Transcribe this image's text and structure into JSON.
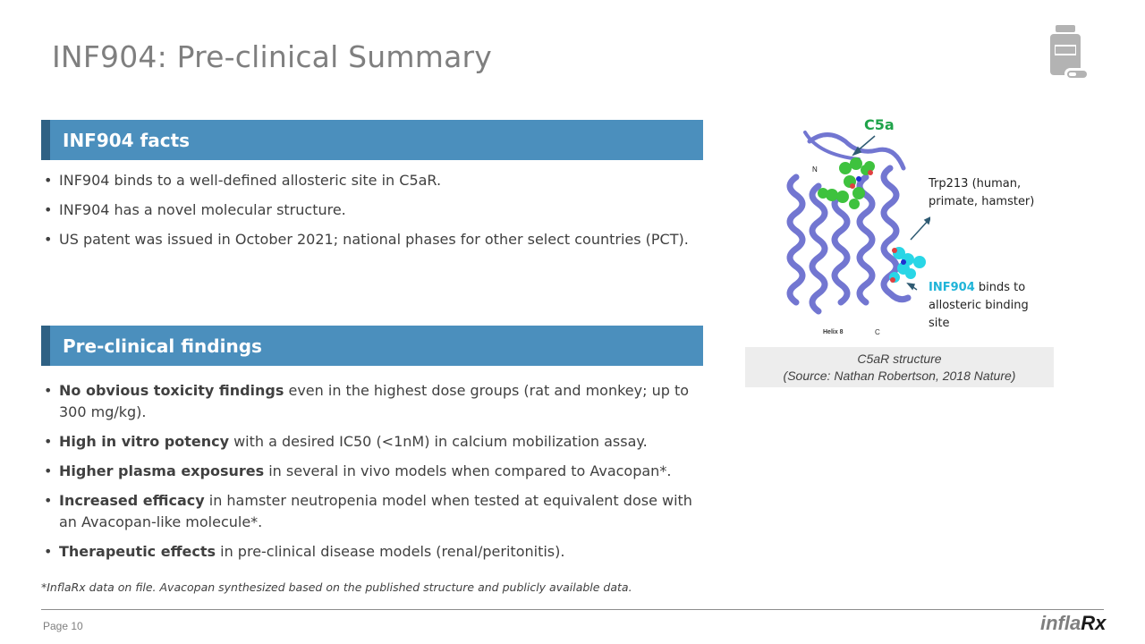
{
  "title": "INF904: Pre-clinical Summary",
  "icons": {
    "header": "pill-bottle-icon"
  },
  "sections": [
    {
      "heading": "INF904 facts",
      "bullets": [
        {
          "bold": "",
          "text": "INF904 binds to a well-defined allosteric site in C5aR."
        },
        {
          "bold": "",
          "text": "INF904 has a novel molecular structure."
        },
        {
          "bold": "",
          "text": "US patent was issued in October 2021; national phases for other select countries (PCT)."
        }
      ]
    },
    {
      "heading": "Pre-clinical findings",
      "bullets": [
        {
          "bold": "No obvious toxicity findings",
          "text": " even in the highest dose groups (rat and monkey; up to 300 mg/kg)."
        },
        {
          "bold": "High in vitro potency",
          "text": " with a desired IC50 (<1nM) in calcium mobilization assay."
        },
        {
          "bold": "Higher plasma exposures",
          "text": " in several in vivo models when compared to Avacopan*."
        },
        {
          "bold": "Increased efficacy",
          "text": " in hamster neutropenia model when tested at equivalent dose with an Avacopan-like molecule*."
        },
        {
          "bold": "Therapeutic effects",
          "text": " in pre-clinical disease models (renal/peritonitis)."
        }
      ]
    }
  ],
  "footnote": "*InflaRx data on file.  Avacopan synthesized based on the published structure and publicly available data.",
  "figure": {
    "c5a_label": "C5a",
    "trp_label": "Trp213 (human, primate, hamster)",
    "inf_label_highlight": "INF904",
    "inf_label_rest": " binds to allosteric binding site",
    "n_label": "N",
    "c_label": "C",
    "helix_label": "Helix 8",
    "caption_line1": "C5aR structure",
    "caption_line2": "(Source: Nathan Robertson, 2018 Nature)"
  },
  "colors": {
    "bar": "#4b8fbd",
    "c5a": "#1fa34a",
    "inf904": "#1fb4d8"
  },
  "footer": {
    "page": "Page 10",
    "logo_a": "infla",
    "logo_b": "Rx"
  }
}
